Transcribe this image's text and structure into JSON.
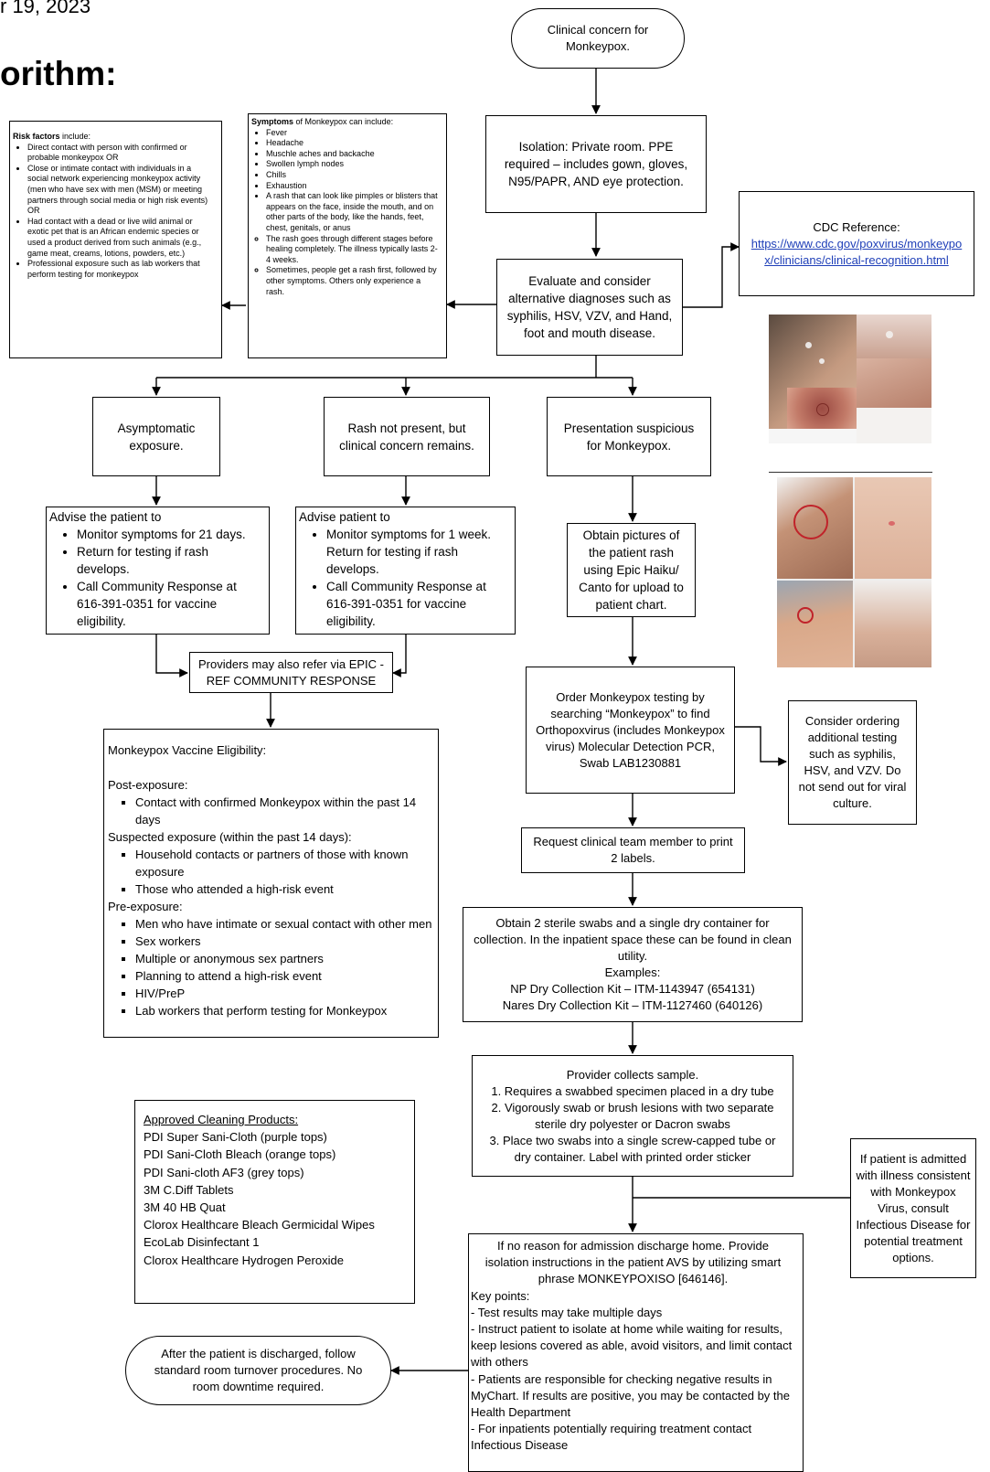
{
  "header": {
    "date": "r 19, 2023",
    "title": "orithm:"
  },
  "start": "Clinical concern for Monkeypox.",
  "isolation": "Isolation: Private room. PPE required – includes gown, gloves, N95/PAPR, AND eye protection.",
  "evaluate": "Evaluate and consider alternative diagnoses such as syphilis, HSV, VZV, and Hand, foot and mouth disease.",
  "cdc": {
    "label": "CDC Reference:",
    "url": "https://www.cdc.gov/poxvirus/monkeypox/clinicians/clinical-recognition.html"
  },
  "risk": {
    "lead_bold": "Risk factors",
    "lead_rest": " include:",
    "items": [
      "Direct contact with person with confirmed or probable monkeypox OR",
      "Close or intimate contact with individuals in a social network experiencing monkeypox activity (men who have sex with men (MSM) or meeting partners through social media or high risk events) OR",
      "Had contact with a dead or live wild animal or exotic pet that is an African endemic species or used a product derived from such animals (e.g., game meat, creams, lotions, powders, etc.)",
      "Professional exposure such as lab workers that perform testing for monkeypox"
    ]
  },
  "symptoms": {
    "lead_bold": "Symptoms",
    "lead_rest": " of Monkeypox can include:",
    "items": [
      "Fever",
      "Headache",
      "Muschle aches and backache",
      "Swollen lymph nodes",
      "Chills",
      "Exhaustion",
      "A rash that can look like pimples or blisters that appears on the face, inside the mouth, and on other parts of the body, like the hands, feet, chest, genitals, or anus"
    ],
    "sub_items": [
      "The rash goes through different stages before healing completely. The illness typically lasts 2-4 weeks.",
      "Sometimes, people get a rash first, followed by other symptoms. Others only experience a rash."
    ]
  },
  "branches": {
    "asymptomatic": "Asymptomatic exposure.",
    "no_rash": "Rash not present, but clinical concern remains.",
    "suspicious": "Presentation suspicious for Monkeypox."
  },
  "advise1": {
    "lead": "Advise the patient to",
    "items": [
      "Monitor symptoms for 21 days.",
      "Return for testing if rash develops.",
      "Call Community Response at 616-391-0351 for vaccine eligibility."
    ]
  },
  "advise2": {
    "lead": "Advise patient to",
    "items": [
      "Monitor symptoms for 1 week. Return for testing if rash develops.",
      "Call Community Response at 616-391-0351 for vaccine eligibility."
    ]
  },
  "refer": "Providers may also refer via EPIC - REF COMMUNITY RESPONSE",
  "pictures": "Obtain pictures of the patient rash using Epic Haiku/ Canto for upload to patient chart.",
  "order": "Order Monkeypox testing by searching “Monkeypox” to find Orthopoxvirus (includes Monkeypox virus) Molecular Detection PCR, Swab LAB1230881",
  "consider": "Consider ordering additional testing such as syphilis, HSV, and VZV. Do not send out for viral culture.",
  "labels": "Request clinical team member to print 2 labels.",
  "swabs": {
    "lines": [
      "Obtain 2 sterile swabs and a single dry container for collection. In the inpatient space these can be found in clean utility.",
      "Examples:",
      "NP Dry Collection Kit – ITM-1143947 (654131)",
      "Nares Dry Collection Kit – ITM-1127460 (640126)"
    ]
  },
  "collect": {
    "lines": [
      "Provider collects sample.",
      "1. Requires a swabbed specimen placed in a dry tube",
      "2. Vigorously swab or brush lesions with two separate sterile dry polyester or Dacron swabs",
      "3. Place two swabs into a single screw-capped tube or dry container.  Label with printed order sticker"
    ]
  },
  "admitted": "If patient is admitted with illness consistent with Monkeypox Virus, consult Infectious Disease for potential treatment options.",
  "vaccine": {
    "title": "Monkeypox Vaccine Eligibility:",
    "post_label": "Post-exposure:",
    "post_items": [
      "Contact with confirmed Monkeypox within the past 14 days"
    ],
    "suspected_label": "Suspected exposure (within the past 14 days):",
    "suspected_items": [
      "Household contacts or partners of those with known exposure",
      "Those who attended a high-risk event"
    ],
    "pre_label": "Pre-exposure:",
    "pre_items": [
      "Men who have intimate or sexual contact with other men",
      "Sex workers",
      "Multiple or anonymous sex partners",
      "Planning to attend a high-risk event",
      "HIV/PreP",
      "Lab workers that perform testing for Monkeypox"
    ]
  },
  "cleaning": {
    "title": "Approved Cleaning Products:",
    "items": [
      "PDI Super Sani-Cloth (purple tops)",
      "PDI Sani-Cloth Bleach (orange tops)",
      "PDI Sani-cloth AF3 (grey tops)",
      "3M C.Diff Tablets",
      "3M 40 HB Quat",
      "Clorox Healthcare Bleach Germicidal Wipes",
      "EcoLab Disinfectant 1",
      "Clorox Healthcare Hydrogen Peroxide"
    ]
  },
  "discharge": {
    "intro": "If no reason for admission discharge home. Provide isolation instructions in the patient AVS by utilizing smart phrase MONKEYPOXISO [646146].",
    "lines": [
      "Key points:",
      "- Test results may take multiple days",
      "- Instruct patient to isolate at home while waiting for results, keep lesions covered as able, avoid visitors, and limit contact with others",
      "- Patients are responsible for checking negative results in MyChart. If results are positive, you may be contacted by the Health Department",
      "- For inpatients potentially requiring treatment contact Infectious Disease"
    ]
  },
  "turnover": "After the patient is discharged, follow standard room turnover procedures. No room downtime required.",
  "colors": {
    "line": "#000000",
    "link": "#1f3fb8",
    "skin": "#c8977a"
  }
}
